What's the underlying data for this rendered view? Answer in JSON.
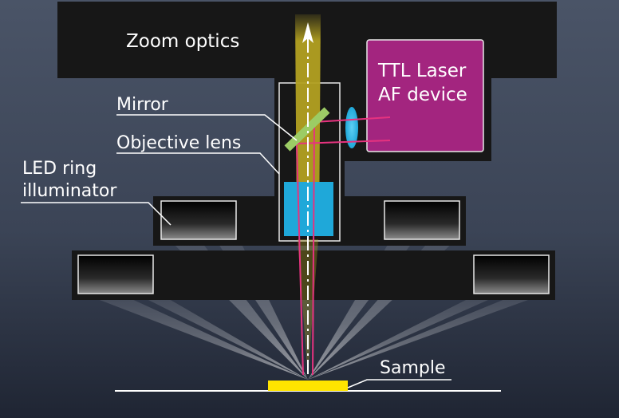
{
  "labels": {
    "zoom_optics": "Zoom optics",
    "ttl_line1": "TTL Laser",
    "ttl_line2": "AF device",
    "mirror": "Mirror",
    "objective_lens": "Objective lens",
    "led_line1": "LED ring",
    "led_line2": "illuminator",
    "sample": "Sample"
  },
  "colors": {
    "background": "#3d4658",
    "housing": "#171717",
    "light_beam": "#b2a020",
    "laser_device": "#a3257f",
    "laser_path": "#e6337f",
    "mirror": "#9ccc65",
    "lens": "#1fa8d9",
    "sample": "#ffe400"
  }
}
